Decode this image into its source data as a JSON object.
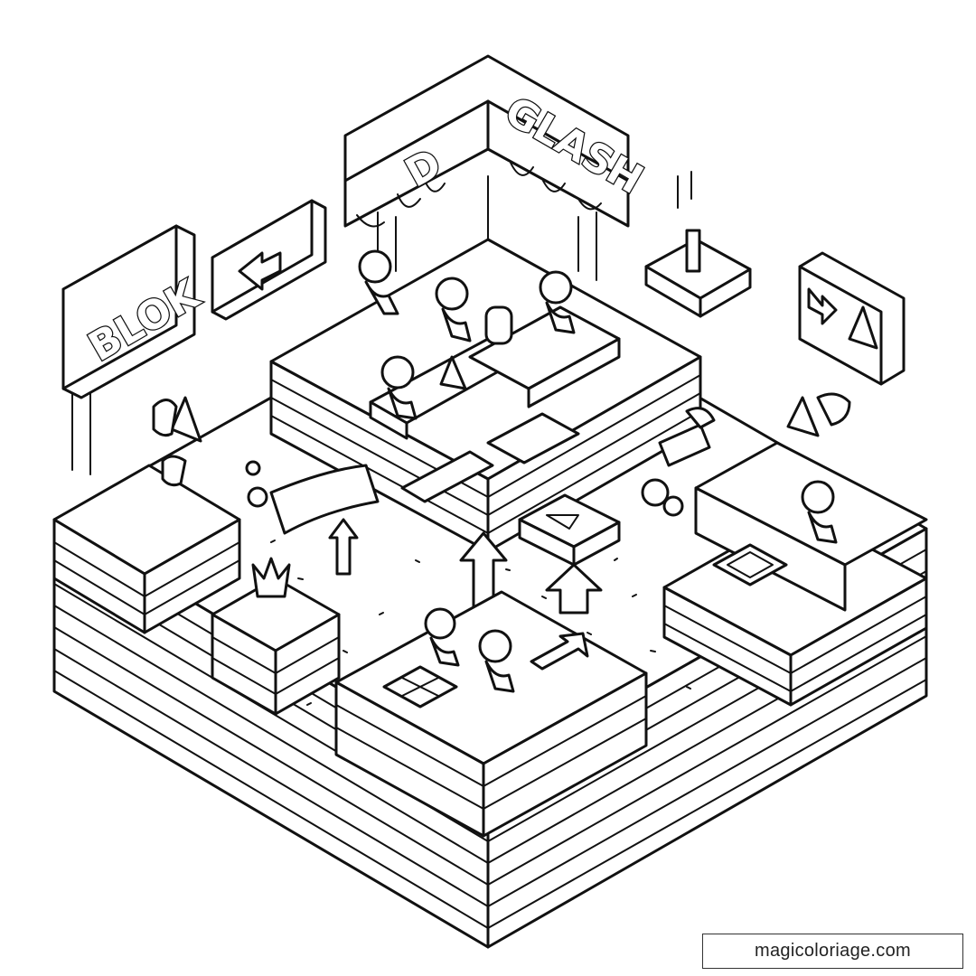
{
  "signs": {
    "left_top": "BLOK",
    "right_top": "GLASH",
    "center_mark": "D"
  },
  "watermark": "magicoloriage.com",
  "icons": [
    "left-arrow-icon",
    "right-arrow-icon",
    "warning-triangle-icon",
    "up-arrow-icon",
    "x-mark-icon",
    "square-target-icon",
    "crown-icon"
  ]
}
